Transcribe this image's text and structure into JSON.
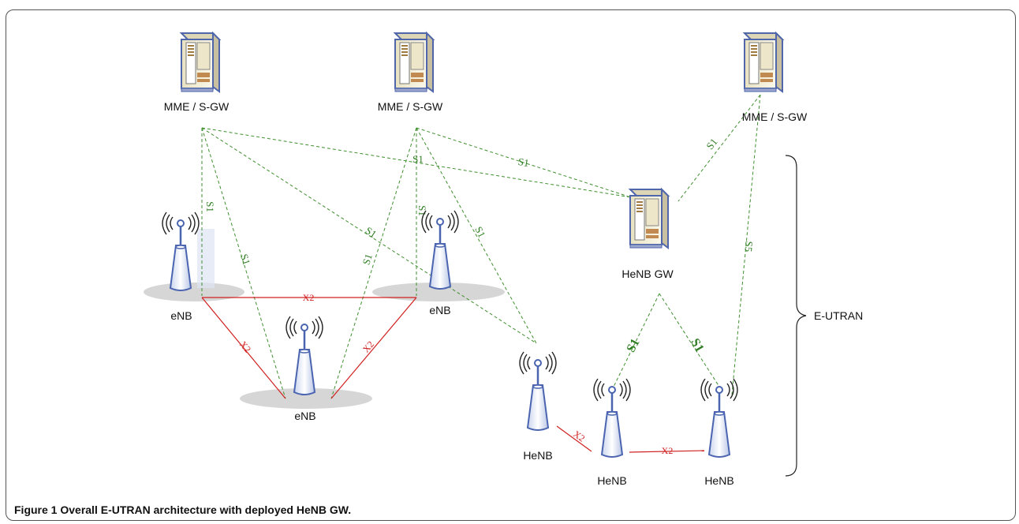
{
  "nodes": {
    "mme1": "MME / S-GW",
    "mme2": "MME / S-GW",
    "mme3": "MME / S-GW",
    "henbgw": "HeNB GW",
    "enb_left": "eNB",
    "enb_right": "eNB",
    "enb_bottom": "eNB",
    "henb1": "HeNB",
    "henb2": "HeNB",
    "henb3": "HeNB"
  },
  "links": {
    "s1": "S1",
    "s5": "S5",
    "x2": "X2"
  },
  "region": {
    "label": "E-UTRAN"
  },
  "caption": {
    "prefix": "Figure 1",
    "text": "Overall E-UTRAN architecture with deployed HeNB GW."
  },
  "colors": {
    "s1_link": "#3f8f2f",
    "x2_link": "#d02020",
    "server_body": "#f3efd8",
    "antenna": "#4a64b0"
  },
  "icons": [
    "server-icon",
    "antenna-icon",
    "coverage-ellipse"
  ]
}
